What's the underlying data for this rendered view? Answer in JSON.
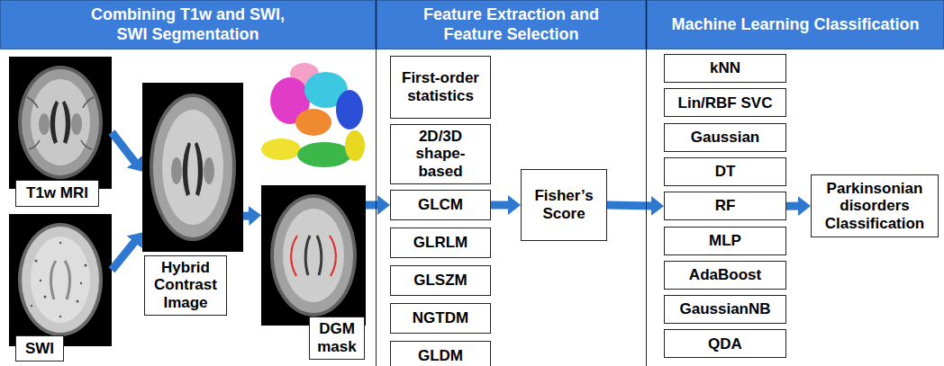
{
  "diagram": {
    "nodes": [
      {
        "text": [
          "Combining T1w and SWI, SWI Segmentation"
        ]
      },
      {
        "text": [
          "Feature Extraction and Feature Selection"
        ]
      },
      {
        "text": [
          "Machine Learning Classification"
        ]
      },
      {
        "text": [
          "T1w MRI"
        ],
        "in": 0
      },
      {
        "text": [
          "SWI"
        ],
        "in": 0
      },
      {
        "text": [
          "Hybrid Contrast Image"
        ],
        "in": 0
      },
      {
        "text": [
          "DGM mask"
        ],
        "in": 0
      },
      {
        "text": [
          "First-order statistics"
        ],
        "in": 1
      },
      {
        "text": [
          "2D/3D shape-based"
        ],
        "in": 1
      },
      {
        "text": [
          "GLCM"
        ],
        "in": 1
      },
      {
        "text": [
          "GLRLM"
        ],
        "in": 1
      },
      {
        "text": [
          "GLSZM"
        ],
        "in": 1
      },
      {
        "text": [
          "NGTDM"
        ],
        "in": 1
      },
      {
        "text": [
          "GLDM"
        ],
        "in": 1
      },
      {
        "text": [
          "Fisher’s Score"
        ],
        "in": 1
      },
      {
        "text": [
          "kNN"
        ],
        "in": 2
      },
      {
        "text": [
          "Lin/RBF SVC"
        ],
        "in": 2
      },
      {
        "text": [
          "Gaussian"
        ],
        "in": 2
      },
      {
        "text": [
          "DT"
        ],
        "in": 2
      },
      {
        "text": [
          "RF"
        ],
        "in": 2
      },
      {
        "text": [
          "MLP"
        ],
        "in": 2
      },
      {
        "text": [
          "AdaBoost"
        ],
        "in": 2
      },
      {
        "text": [
          "GaussianNB"
        ],
        "in": 2
      },
      {
        "text": [
          "QDA"
        ],
        "in": 2
      },
      {
        "text": [
          "Parkinsonian disorders Classification"
        ],
        "in": 2
      }
    ],
    "edges": [
      {
        "from": 3,
        "to": 5,
        "arrow": "to"
      },
      {
        "from": 4,
        "to": 5,
        "arrow": "to"
      },
      {
        "from": 5,
        "to": 6,
        "arrow": "to"
      },
      {
        "from": 6,
        "to": 9,
        "arrow": "to"
      },
      {
        "from": 9,
        "to": 14,
        "arrow": "to"
      },
      {
        "from": 14,
        "to": 19,
        "arrow": "to"
      },
      {
        "from": 19,
        "to": 24,
        "arrow": "to"
      }
    ]
  }
}
